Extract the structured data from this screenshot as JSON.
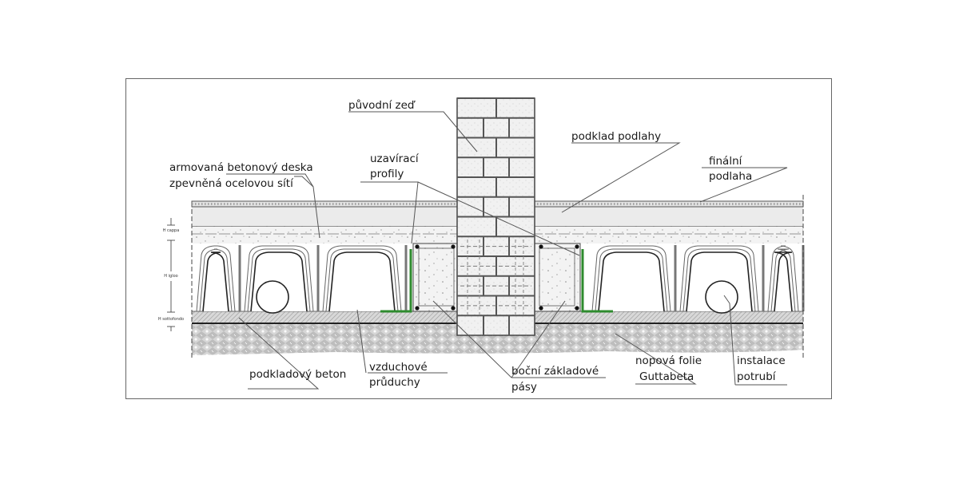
{
  "title": "Skladba podlahy s větranými tvarovkami (řez)",
  "labels": {
    "original_wall": "původní zeď",
    "floor_base": "podklad podlahy",
    "final_floor_line1": "finální",
    "final_floor_line2": "podlaha",
    "slab_line1": "armovaná betonový deska",
    "slab_line2": "zpevněná ocelovou sítí",
    "closing_profiles_line1": "uzavírací",
    "closing_profiles_line2": "profily",
    "base_concrete": "podkladový beton",
    "air_ducts_line1": "vzduchové",
    "air_ducts_line2": "průduchy",
    "side_footings_line1": "boční základové",
    "side_footings_line2": "pásy",
    "dimple_membrane_line1": "nopová folie",
    "dimple_membrane_line2": "Guttabeta",
    "pipe_install_line1": "instalace",
    "pipe_install_line2": "potrubí"
  },
  "dimensions": {
    "h_cappa": "H cappa",
    "h_igloo": "H igloo",
    "h_sottofondo": "H sottofondo"
  },
  "colors": {
    "profile_green": "#2e8b2e",
    "line": "#444444",
    "concrete_fill": "#f0f0f0",
    "hatch": "#9a9a9a"
  }
}
